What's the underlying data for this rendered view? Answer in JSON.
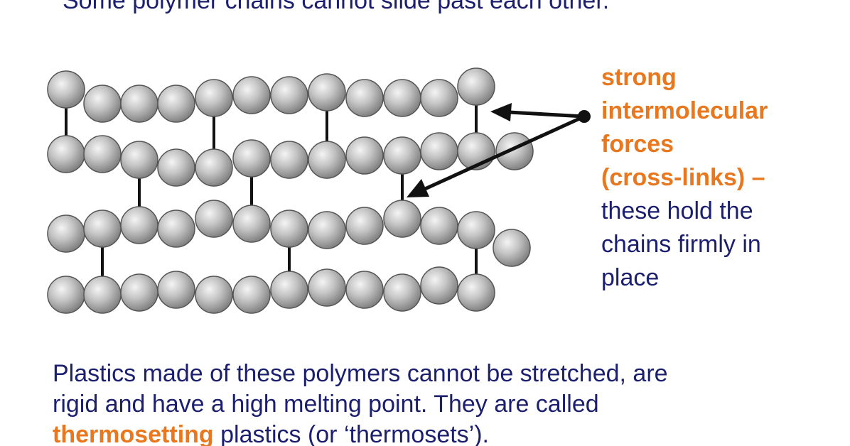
{
  "top_caption": "Some polymer chains cannot slide past each other.",
  "label": {
    "heading_lines": [
      "strong",
      "intermolecular",
      "forces",
      "(cross-links) –"
    ],
    "body_lines": [
      "these hold the",
      "chains firmly in",
      "place"
    ]
  },
  "bottom": {
    "line1": "Plastics made of these polymers cannot be stretched, are",
    "line2": "rigid and have a high melting point. They are called",
    "line3_emphasis": "thermosetting",
    "line3_rest": " plastics (or ‘thermosets’)."
  },
  "colors": {
    "navy_text": "#1b1f6e",
    "orange_text": "#e8771e",
    "bead_fill": "#b8b8b8",
    "bead_stroke": "#555555",
    "link_stroke": "#111111"
  }
}
